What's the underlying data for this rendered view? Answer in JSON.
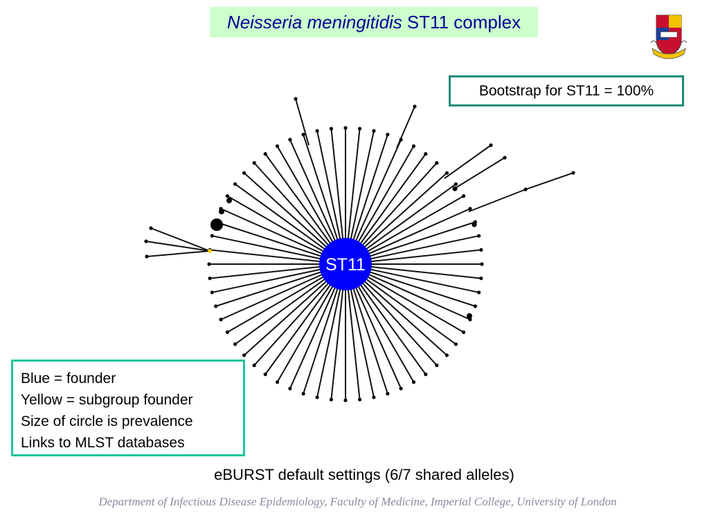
{
  "title": {
    "italic": "Neisseria meningitidis",
    "rest": "ST11 complex"
  },
  "bootstrap": "Bootstrap for ST11 = 100%",
  "legend": {
    "lines": [
      "Blue = founder",
      "Yellow = subgroup founder",
      "Size of circle is prevalence",
      "Links to MLST databases"
    ]
  },
  "diagram": {
    "founder_label": "ST11",
    "founder_color": "#0000ff",
    "subgroup_color": "#ffcc00",
    "spoke_count": 60
  },
  "caption": "eBURST default settings (6/7 shared alleles)",
  "footer": "Department of Infectious Disease Epidemiology, Faculty of Medicine, Imperial College, University of London",
  "logo": {
    "icon": "imperial-college-crest-icon"
  }
}
